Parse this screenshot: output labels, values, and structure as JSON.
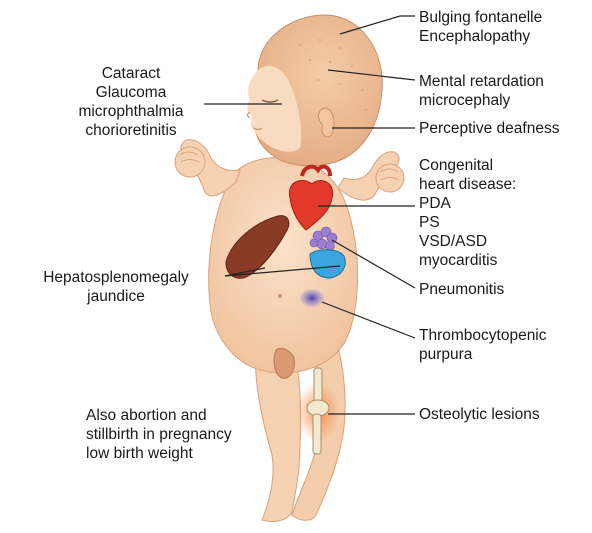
{
  "labels": {
    "head_top": [
      "Bulging fontanelle",
      "Encephalopathy"
    ],
    "brain": [
      "Mental retardation",
      "microcephaly"
    ],
    "ear": [
      "Perceptive deafness"
    ],
    "heart_heading": [
      "Congenital",
      "heart disease:"
    ],
    "heart_items": [
      "PDA",
      "PS",
      "VSD/ASD",
      "myocarditis"
    ],
    "lungs": [
      "Pneumonitis"
    ],
    "skin": [
      "Thrombocytopenic",
      "purpura"
    ],
    "bone": [
      "Osteolytic lesions"
    ],
    "eye": [
      "Cataract",
      "Glaucoma",
      "microphthalmia",
      "chorioretinitis"
    ],
    "liver": [
      "Hepatosplenomegaly",
      "jaundice"
    ],
    "pregnancy": [
      "Also abortion and",
      "stillbirth in pregnancy",
      "low birth weight"
    ]
  },
  "colors": {
    "skin": "#f6d2b2",
    "skin_shadow": "#e8b08c",
    "scalp": "#eab992",
    "heart": "#e2392a",
    "liver": "#8a3b26",
    "spleen": "#3aa6dd",
    "lung": "#9b7fd0",
    "purpura": "#5a4fb5",
    "bone_lesion": "#ee6a2a",
    "line": "#222222",
    "text": "#1a1a1a"
  }
}
